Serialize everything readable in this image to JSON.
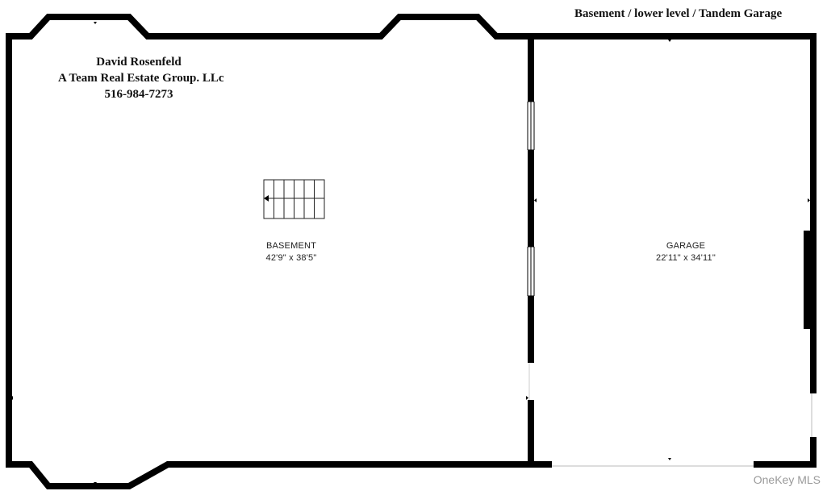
{
  "plan_title": "Basement / lower level / Tandem Garage",
  "agent": {
    "name": "David Rosenfeld",
    "company": "A Team Real Estate Group. LLc",
    "phone": "516-984-7273"
  },
  "rooms": [
    {
      "name": "BASEMENT",
      "dimensions": "42'9\" x 38'5\""
    },
    {
      "name": "GARAGE",
      "dimensions": "22'11\" x 34'11\""
    }
  ],
  "watermark": "OneKey MLS",
  "colors": {
    "wall": "#000000",
    "background": "#ffffff",
    "watermark": "#9a9a9a"
  }
}
